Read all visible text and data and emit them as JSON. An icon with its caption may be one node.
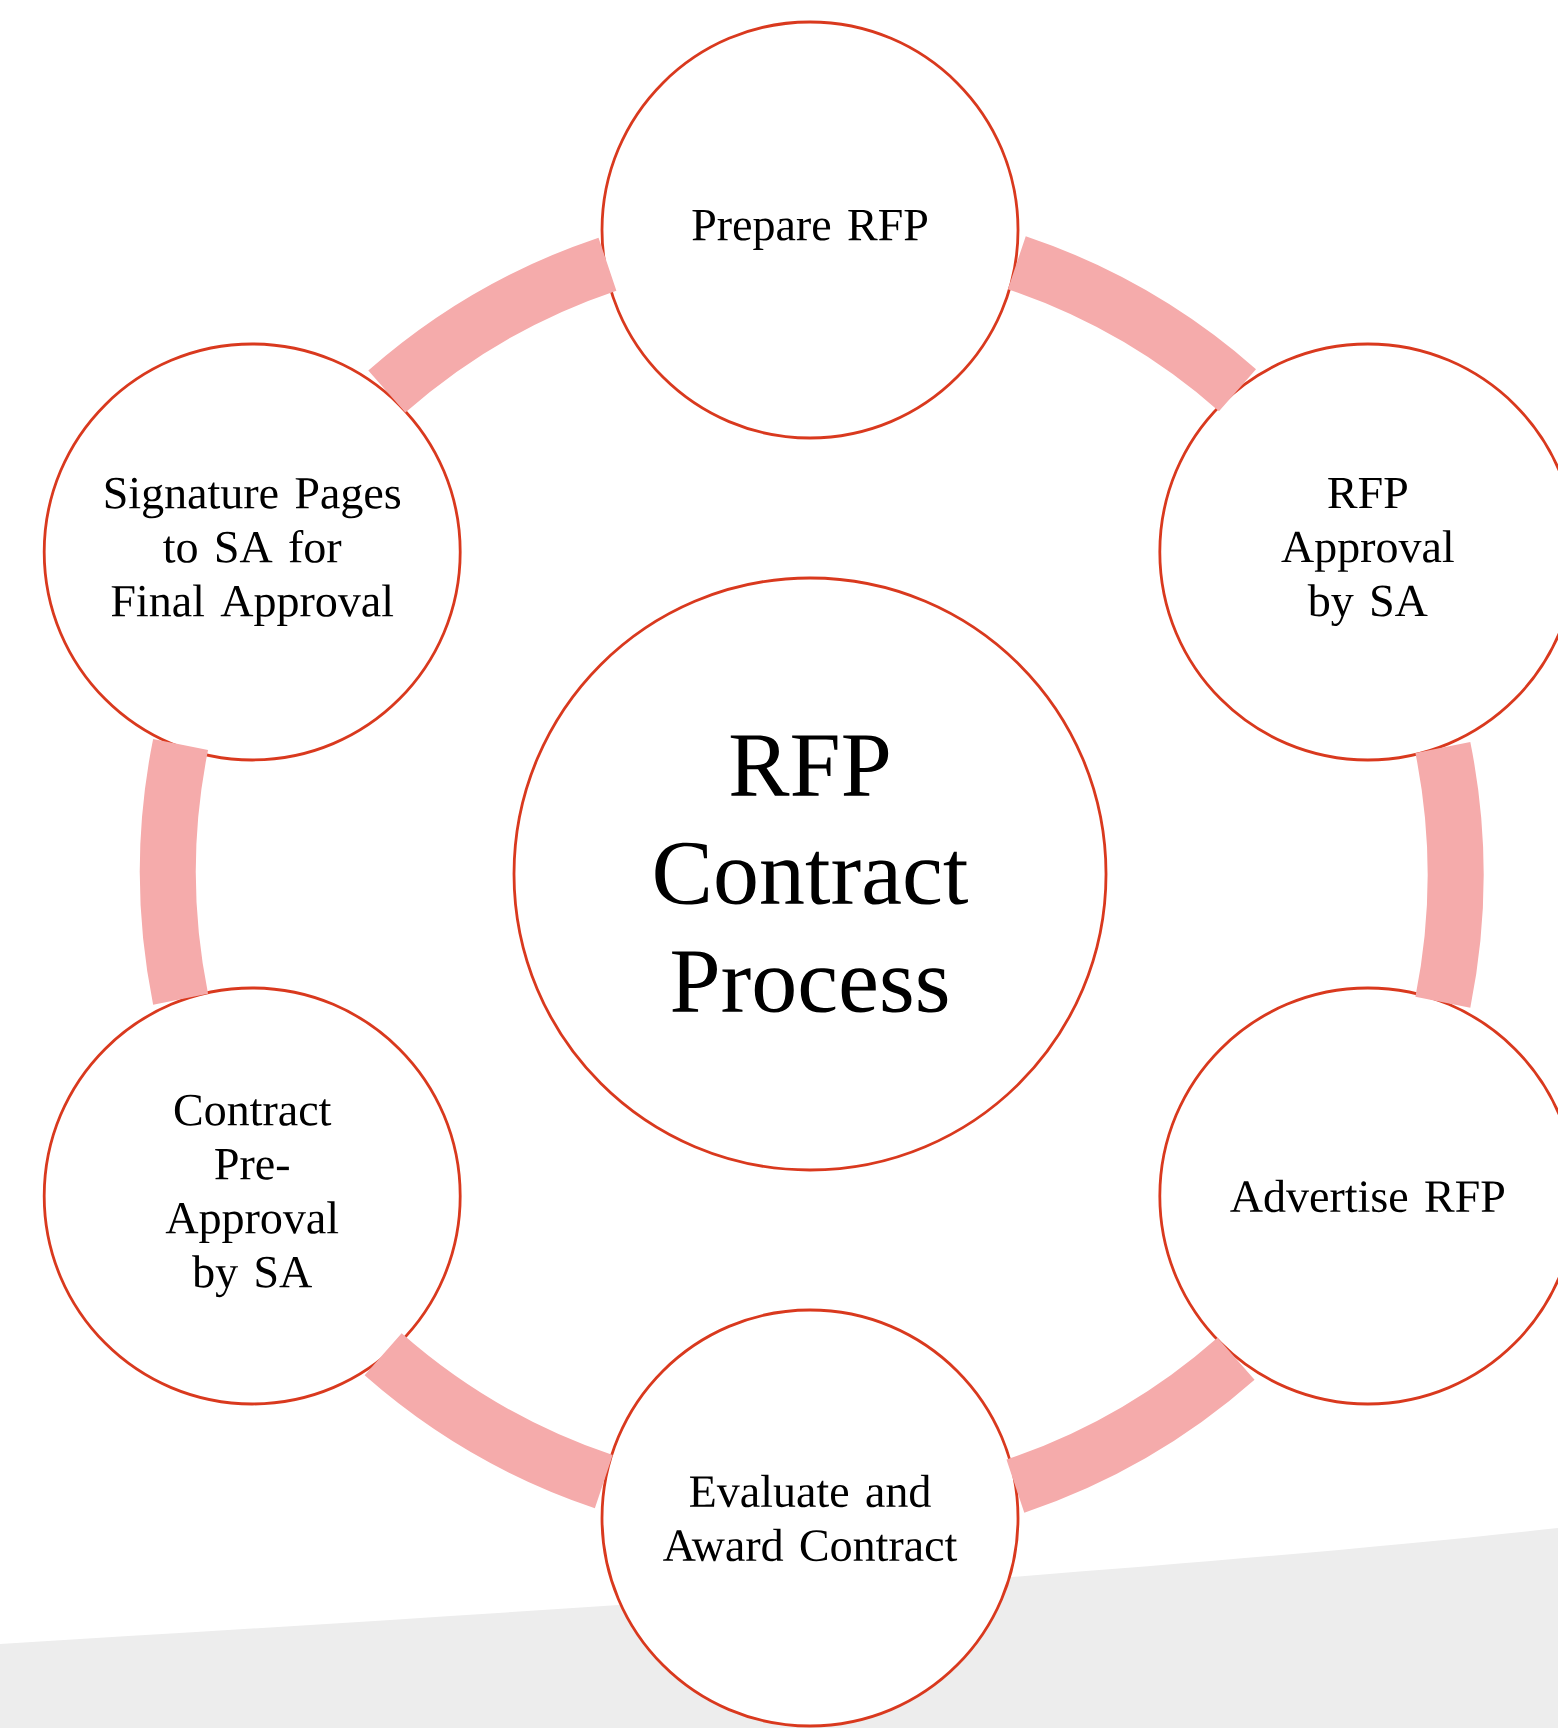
{
  "diagram": {
    "nodes": [
      {
        "text": [
          "Prepare RFP"
        ]
      },
      {
        "text": [
          "Signature Pages to SA for Final Approval"
        ]
      },
      {
        "text": [
          "RFP Approval by SA"
        ]
      },
      {
        "text": [
          "RFP Contract Process"
        ]
      },
      {
        "text": [
          "Contract Pre-Approval by SA"
        ]
      },
      {
        "text": [
          "Advertise RFP"
        ]
      },
      {
        "text": [
          "Evaluate and Award Contract"
        ]
      }
    ],
    "edges": [
      {
        "from": 0,
        "to": 2,
        "arrow": "none"
      },
      {
        "from": 2,
        "to": 5,
        "arrow": "none"
      },
      {
        "from": 5,
        "to": 6,
        "arrow": "none"
      },
      {
        "from": 6,
        "to": 4,
        "arrow": "none"
      },
      {
        "from": 4,
        "to": 1,
        "arrow": "none"
      },
      {
        "from": 1,
        "to": 0,
        "arrow": "none"
      }
    ]
  }
}
